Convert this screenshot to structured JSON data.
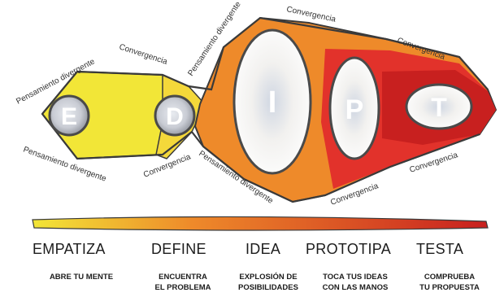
{
  "flow_labels": {
    "divergent": "Pensamiento divergente",
    "convergent": "Convergencia"
  },
  "stages": [
    {
      "letter": "E",
      "title": "EMPATIZA",
      "subtitle": [
        "ABRE TU MENTE"
      ]
    },
    {
      "letter": "D",
      "title": "DEFINE",
      "subtitle": [
        "ENCUENTRA",
        "EL PROBLEMA"
      ]
    },
    {
      "letter": "I",
      "title": "IDEA",
      "subtitle": [
        "EXPLOSIÓN DE",
        "POSIBILIDADES"
      ]
    },
    {
      "letter": "P",
      "title": "PROTOTIPA",
      "subtitle": [
        "TOCA TUS IDEAS",
        "CON LAS MANOS"
      ]
    },
    {
      "letter": "T",
      "title": "TESTA",
      "subtitle": [
        "COMPRUEBA",
        "TU PROPUESTA"
      ]
    }
  ],
  "colors": {
    "yellow": "#f2e637",
    "orange": "#ee8a2a",
    "red": "#e2322b",
    "dark_red": "#c8201f"
  }
}
